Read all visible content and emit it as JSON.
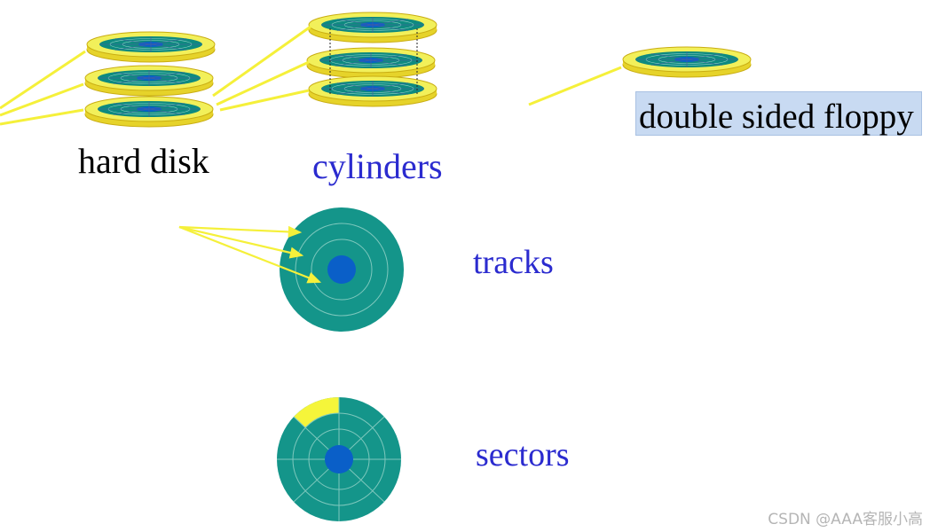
{
  "labels": {
    "hard_disk": "hard disk",
    "cylinders": "cylinders",
    "double_sided_floppy": "double sided floppy",
    "tracks": "tracks",
    "sectors": "sectors"
  },
  "watermark": "CSDN @AAA客服小高",
  "colors": {
    "platter_yellow": "#f2f05a",
    "platter_rim": "#d8c11c",
    "platter_teal": "#0e8a80",
    "hub_blue": "#0a5fc8",
    "disk_teal": "#14958a",
    "arrow_yellow": "#f5f03a",
    "label_blue": "#2b2bcf",
    "sector_highlight": "#f5f53a",
    "floppy_label_bg": "#c8daf2"
  }
}
